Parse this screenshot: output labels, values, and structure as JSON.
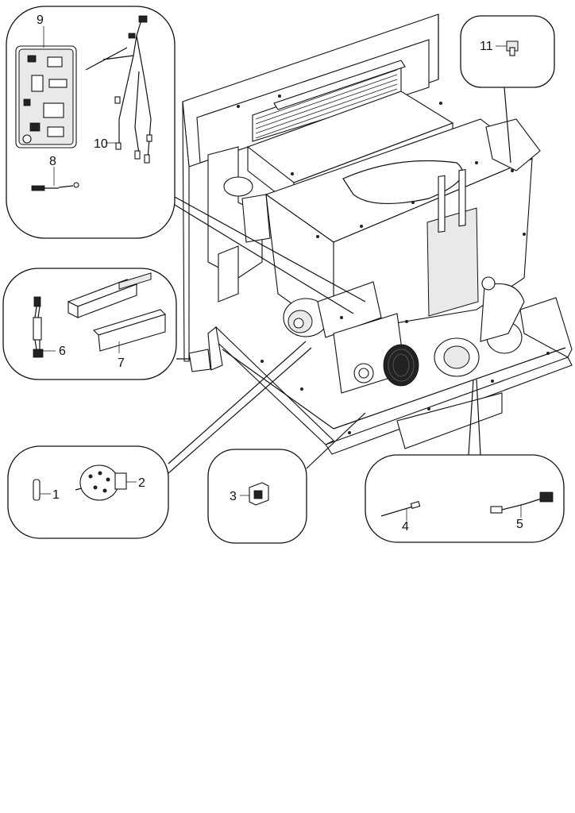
{
  "diagram": {
    "callouts": [
      {
        "id": "9",
        "text": "9"
      },
      {
        "id": "10",
        "text": "10"
      },
      {
        "id": "8",
        "text": "8"
      },
      {
        "id": "11",
        "text": "11"
      },
      {
        "id": "6",
        "text": "6"
      },
      {
        "id": "7",
        "text": "7"
      },
      {
        "id": "1",
        "text": "1"
      },
      {
        "id": "2",
        "text": "2"
      },
      {
        "id": "3",
        "text": "3"
      },
      {
        "id": "4",
        "text": "4"
      },
      {
        "id": "5",
        "text": "5"
      }
    ],
    "colors": {
      "line": "#111111",
      "panel": "#ffffff",
      "shade": "#e9e9e9"
    }
  }
}
